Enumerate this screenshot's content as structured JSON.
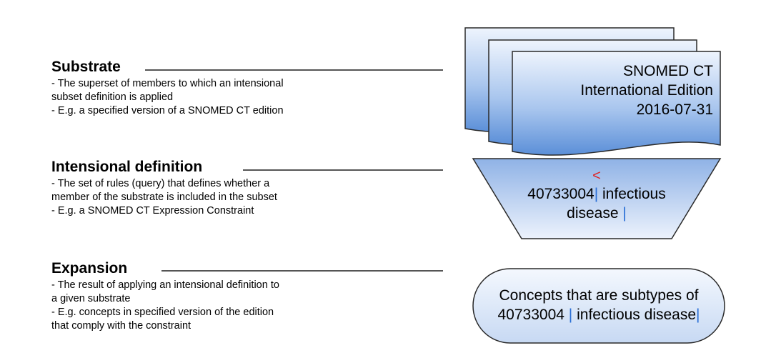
{
  "sections": [
    {
      "heading": "Substrate",
      "lines": [
        "- The superset of members to which an intensional",
        "subset definition is applied",
        "- E.g. a specified version of a SNOMED CT edition"
      ]
    },
    {
      "heading": "Intensional definition",
      "lines": [
        "- The set of rules (query) that defines whether a",
        "member of the substrate is included in the subset",
        "- E.g. a SNOMED CT Expression Constraint"
      ]
    },
    {
      "heading": "Expansion",
      "lines": [
        "- The result of applying an intensional definition to",
        "a given substrate",
        "- E.g. concepts in specified version of the edition",
        "that comply with the constraint"
      ]
    }
  ],
  "substrate_box": {
    "line1": "SNOMED CT",
    "line2": "International Edition",
    "line3": "2016-07-31"
  },
  "definition_box": {
    "operator": "<",
    "concept_id": "40733004",
    "pipe": "|",
    "term_a": "infectious",
    "term_b": "disease"
  },
  "expansion_box": {
    "line1": "Concepts that are subtypes of",
    "concept_id": "40733004",
    "pipe": "|",
    "term": "infectious disease"
  },
  "colors": {
    "shape_fill_top": "#eef4fd",
    "shape_fill_bottom": "#5b8fd8",
    "shape_stroke": "#2a2a2a",
    "pipe": "#2a6fd6",
    "operator": "#e02020",
    "rule": "#555555"
  }
}
